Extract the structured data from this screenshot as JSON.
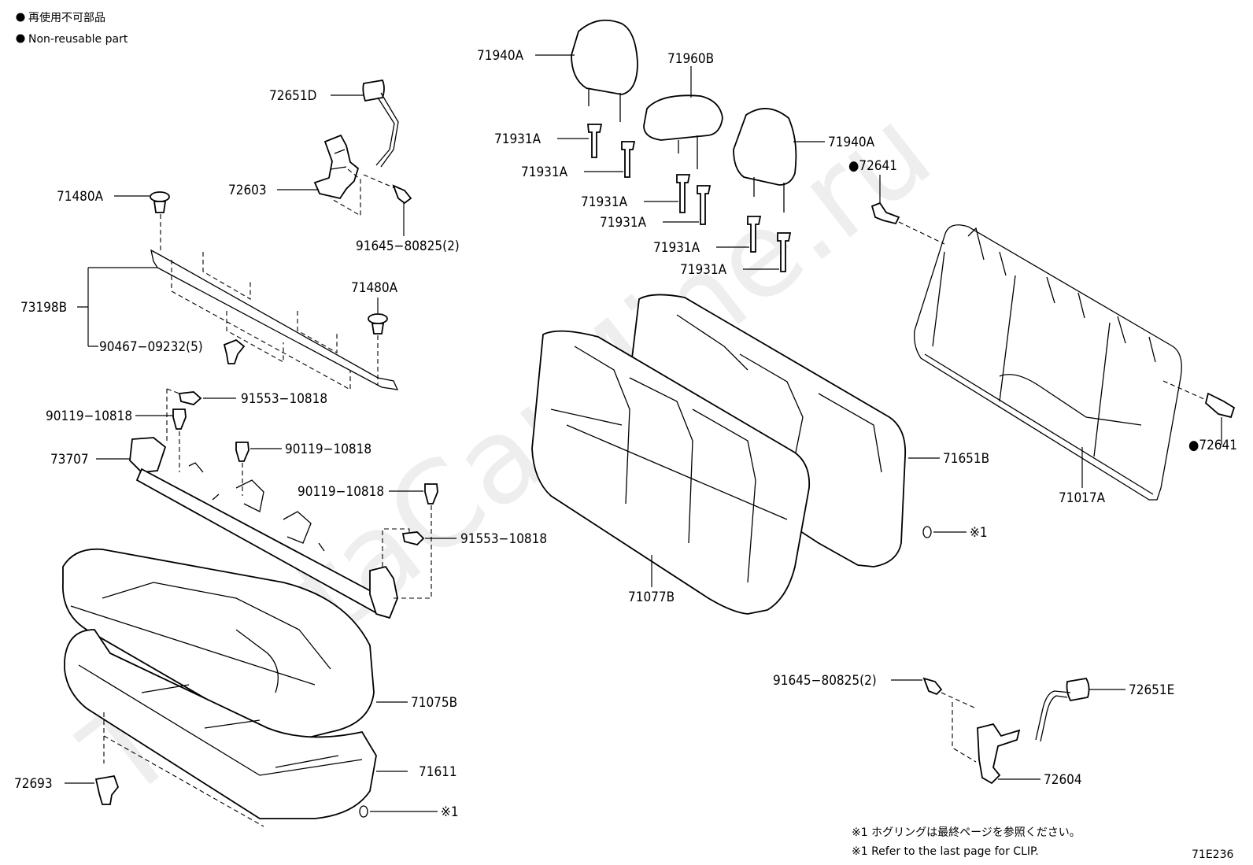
{
  "legend": {
    "reuse_jp": "再使用不可部品",
    "reuse_en": "Non-reusable part"
  },
  "watermark": "ToyotaCarMine.ru",
  "diagram_code": "71E236",
  "notes": {
    "jp": "※1 ホグリングは最終ページを参照ください。",
    "en": "※1 Refer to the last page for CLIP."
  },
  "labels": {
    "p72651D": "72651D",
    "p72603": "72603",
    "p91645_a": "91645−80825(2)",
    "p71480A_a": "71480A",
    "p73198B": "73198B",
    "p71480A_b": "71480A",
    "p90467": "90467−09232(5)",
    "p91553_a": "91553−10818",
    "p90119_a": "90119−10818",
    "p73707": "73707",
    "p90119_b": "90119−10818",
    "p90119_c": "90119−10818",
    "p91553_b": "91553−10818",
    "p71075B": "71075B",
    "p72693": "72693",
    "p71611": "71611",
    "p71611_ref": "※1",
    "p71940A_a": "71940A",
    "p71960B": "71960B",
    "p71931A_1": "71931A",
    "p71931A_2": "71931A",
    "p71931A_3": "71931A",
    "p71931A_4": "71931A",
    "p71931A_5": "71931A",
    "p71931A_6": "71931A",
    "p71940A_b": "71940A",
    "p72641_a": "●72641",
    "p72641_b": "●72641",
    "p71651B": "71651B",
    "p71651B_ref": "※1",
    "p71017A": "71017A",
    "p71077B": "71077B",
    "p91645_b": "91645−80825(2)",
    "p72651E": "72651E",
    "p72604": "72604"
  }
}
